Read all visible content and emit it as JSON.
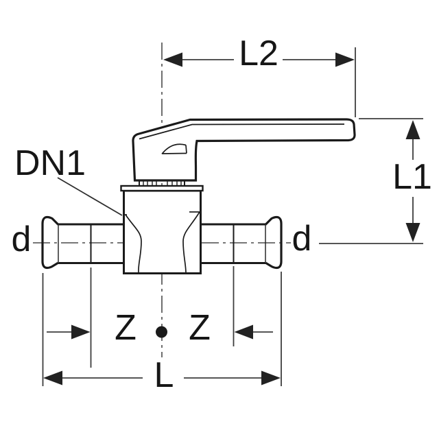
{
  "diagram": {
    "kind": "technical-dimension-drawing",
    "subject": "press-fit ball valve with lever handle, side view",
    "labels": {
      "dn1": "DN1",
      "l2": "L2",
      "l1": "L1",
      "d_left": "d",
      "d_right": "d",
      "z_left": "Z",
      "z_right": "Z",
      "l": "L"
    },
    "colors": {
      "outline": "#1a1a1a",
      "dimension": "#3d3d3d",
      "centerline": "#4a4a4a",
      "background": "#ffffff"
    }
  }
}
